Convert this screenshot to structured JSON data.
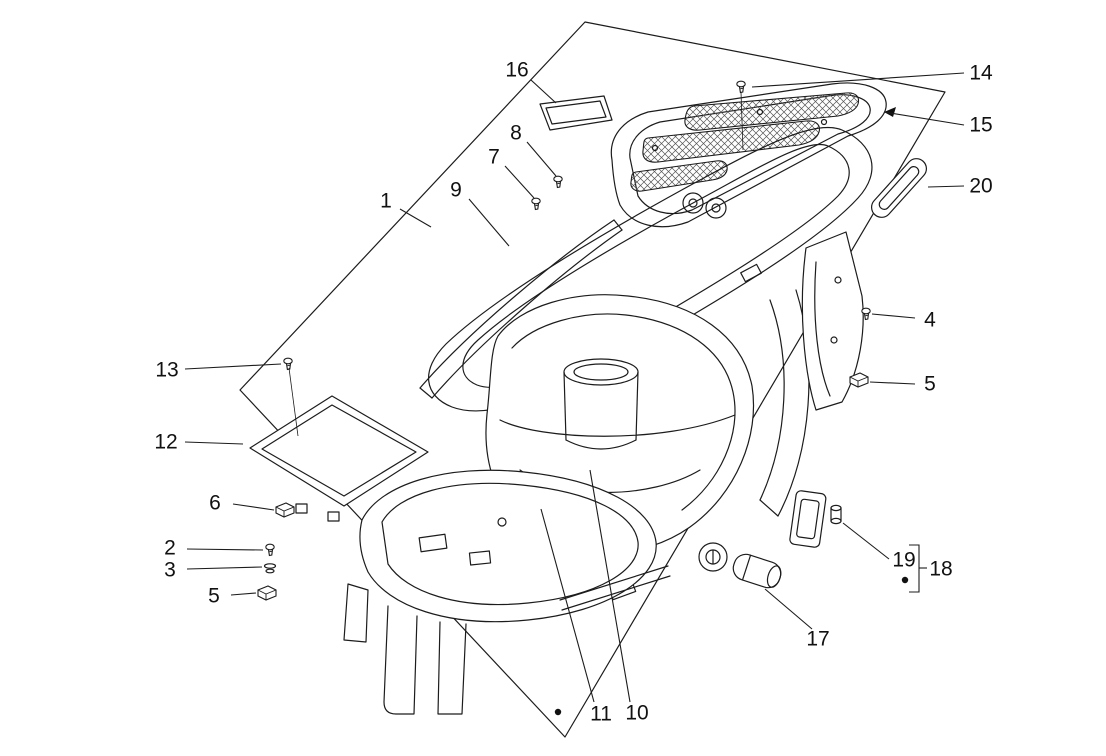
{
  "figure": {
    "artwork": "scooter-underseat-helmet-compartment-exploded-parts-diagram",
    "callouts": [
      {
        "label": "1"
      },
      {
        "label": "2"
      },
      {
        "label": "3"
      },
      {
        "label": "4"
      },
      {
        "label": "5"
      },
      {
        "label": "5"
      },
      {
        "label": "6"
      },
      {
        "label": "7"
      },
      {
        "label": "8"
      },
      {
        "label": "9"
      },
      {
        "label": "10"
      },
      {
        "label": "11"
      },
      {
        "label": "12"
      },
      {
        "label": "13"
      },
      {
        "label": "14"
      },
      {
        "label": "15"
      },
      {
        "label": "16"
      },
      {
        "label": "17"
      },
      {
        "label": "18"
      },
      {
        "label": "19"
      },
      {
        "label": "20"
      }
    ]
  }
}
